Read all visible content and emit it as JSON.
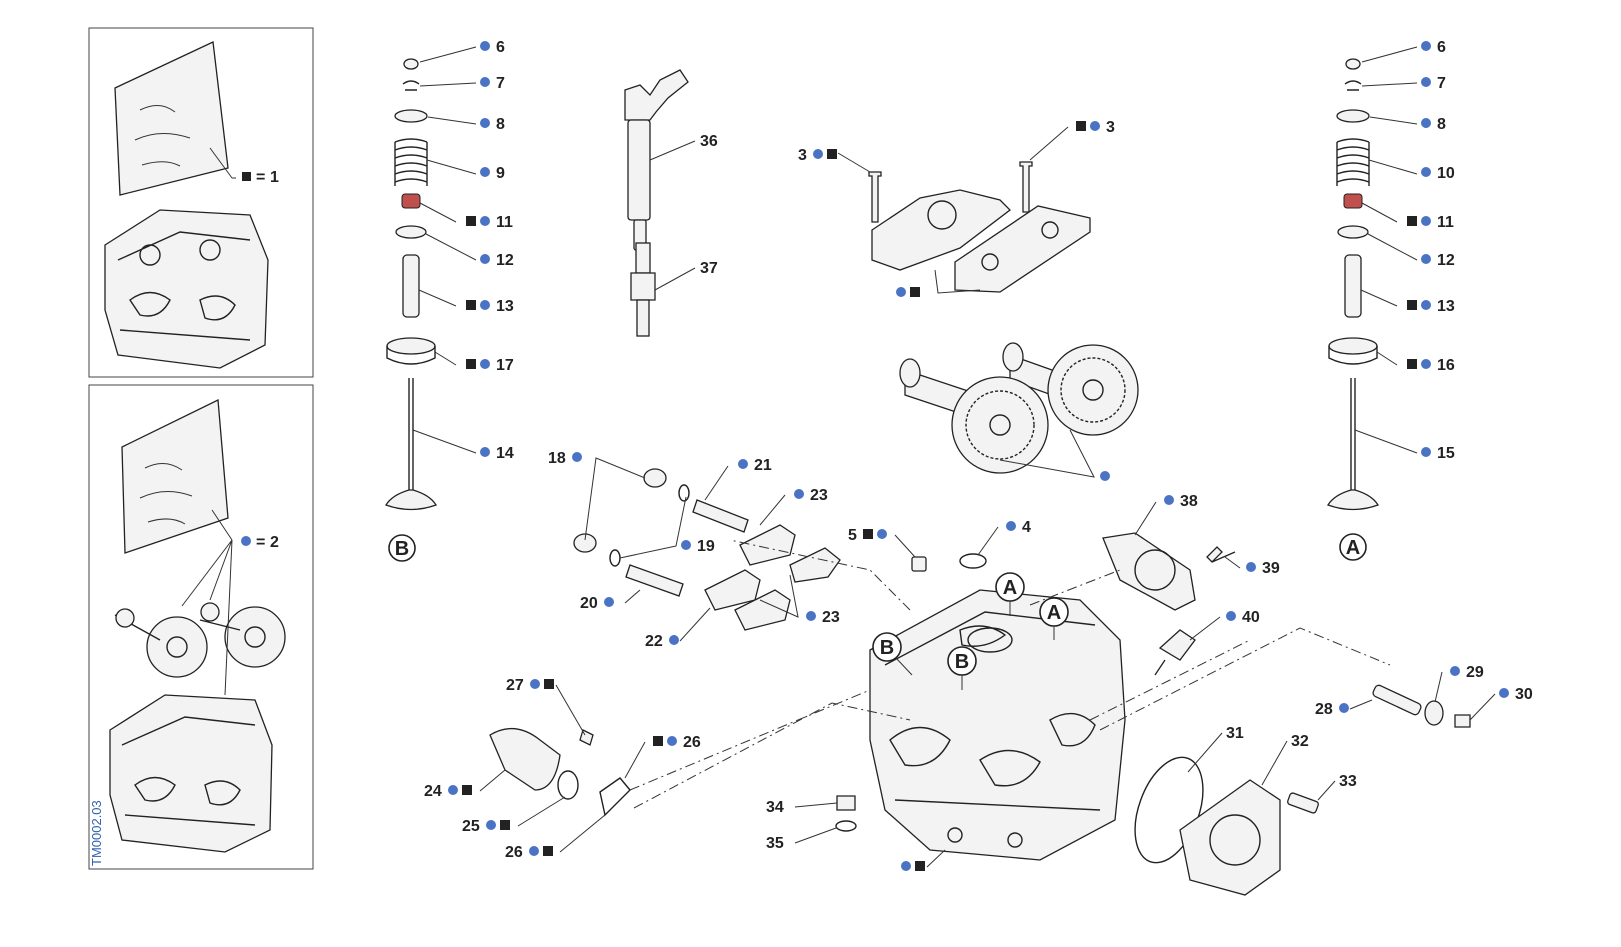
{
  "doc_code": "TM0002.03",
  "kits": [
    {
      "id": "kit-1",
      "value": "1",
      "equals": "=",
      "mark": "square"
    },
    {
      "id": "kit-2",
      "value": "2",
      "equals": "=",
      "mark": "dot"
    }
  ],
  "reference_letters": {
    "a": "A",
    "b": "B"
  },
  "callouts": [
    {
      "id": "c6a",
      "label": "6",
      "marks": [
        "dot"
      ]
    },
    {
      "id": "c7a",
      "label": "7",
      "marks": [
        "dot"
      ]
    },
    {
      "id": "c8a",
      "label": "8",
      "marks": [
        "dot"
      ]
    },
    {
      "id": "c9",
      "label": "9",
      "marks": [
        "dot"
      ]
    },
    {
      "id": "c11a",
      "label": "11",
      "marks": [
        "square",
        "dot"
      ]
    },
    {
      "id": "c12a",
      "label": "12",
      "marks": [
        "dot"
      ]
    },
    {
      "id": "c13a",
      "label": "13",
      "marks": [
        "square",
        "dot"
      ]
    },
    {
      "id": "c17",
      "label": "17",
      "marks": [
        "square",
        "dot"
      ]
    },
    {
      "id": "c14",
      "label": "14",
      "marks": [
        "dot"
      ]
    },
    {
      "id": "c36",
      "label": "36",
      "marks": []
    },
    {
      "id": "c37",
      "label": "37",
      "marks": []
    },
    {
      "id": "c3a",
      "label": "3",
      "marks": [
        "dot",
        "square"
      ]
    },
    {
      "id": "c3b",
      "label": "3",
      "marks": [
        "square",
        "dot"
      ]
    },
    {
      "id": "c-caps",
      "label": "",
      "marks": [
        "dot",
        "square"
      ]
    },
    {
      "id": "c-cams",
      "label": "",
      "marks": [
        "dot"
      ]
    },
    {
      "id": "c6b",
      "label": "6",
      "marks": [
        "dot"
      ]
    },
    {
      "id": "c7b",
      "label": "7",
      "marks": [
        "dot"
      ]
    },
    {
      "id": "c8b",
      "label": "8",
      "marks": [
        "dot"
      ]
    },
    {
      "id": "c10",
      "label": "10",
      "marks": [
        "dot"
      ]
    },
    {
      "id": "c11b",
      "label": "11",
      "marks": [
        "square",
        "dot"
      ]
    },
    {
      "id": "c12b",
      "label": "12",
      "marks": [
        "dot"
      ]
    },
    {
      "id": "c13b",
      "label": "13",
      "marks": [
        "square",
        "dot"
      ]
    },
    {
      "id": "c16",
      "label": "16",
      "marks": [
        "square",
        "dot"
      ]
    },
    {
      "id": "c15",
      "label": "15",
      "marks": [
        "dot"
      ]
    },
    {
      "id": "c18",
      "label": "18",
      "marks": [
        "dot"
      ]
    },
    {
      "id": "c21",
      "label": "21",
      "marks": [
        "dot"
      ]
    },
    {
      "id": "c23a",
      "label": "23",
      "marks": [
        "dot"
      ]
    },
    {
      "id": "c19",
      "label": "19",
      "marks": [
        "dot"
      ]
    },
    {
      "id": "c20",
      "label": "20",
      "marks": [
        "dot"
      ]
    },
    {
      "id": "c22",
      "label": "22",
      "marks": [
        "dot"
      ]
    },
    {
      "id": "c23b",
      "label": "23",
      "marks": [
        "dot"
      ]
    },
    {
      "id": "c5",
      "label": "5",
      "marks": [
        "square",
        "dot"
      ]
    },
    {
      "id": "c4",
      "label": "4",
      "marks": [
        "dot"
      ]
    },
    {
      "id": "c38",
      "label": "38",
      "marks": [
        "dot"
      ]
    },
    {
      "id": "c39",
      "label": "39",
      "marks": [
        "dot"
      ]
    },
    {
      "id": "c40",
      "label": "40",
      "marks": [
        "dot"
      ]
    },
    {
      "id": "c29",
      "label": "29",
      "marks": [
        "dot"
      ]
    },
    {
      "id": "c30",
      "label": "30",
      "marks": [
        "dot"
      ]
    },
    {
      "id": "c28",
      "label": "28",
      "marks": [
        "dot"
      ]
    },
    {
      "id": "c31",
      "label": "31",
      "marks": []
    },
    {
      "id": "c32",
      "label": "32",
      "marks": []
    },
    {
      "id": "c33",
      "label": "33",
      "marks": []
    },
    {
      "id": "c27",
      "label": "27",
      "marks": [
        "dot",
        "square"
      ]
    },
    {
      "id": "c26a",
      "label": "26",
      "marks": [
        "square",
        "dot"
      ]
    },
    {
      "id": "c24",
      "label": "24",
      "marks": [
        "dot",
        "square"
      ]
    },
    {
      "id": "c25",
      "label": "25",
      "marks": [
        "dot",
        "square"
      ]
    },
    {
      "id": "c26b",
      "label": "26",
      "marks": [
        "dot",
        "square"
      ]
    },
    {
      "id": "c34",
      "label": "34",
      "marks": []
    },
    {
      "id": "c35",
      "label": "35",
      "marks": []
    },
    {
      "id": "c-head",
      "label": "",
      "marks": [
        "dot",
        "square"
      ]
    }
  ],
  "colors": {
    "dot": "#4a73c4",
    "square": "#222222",
    "seal": "#c0504d",
    "code": "#2f63b0"
  }
}
